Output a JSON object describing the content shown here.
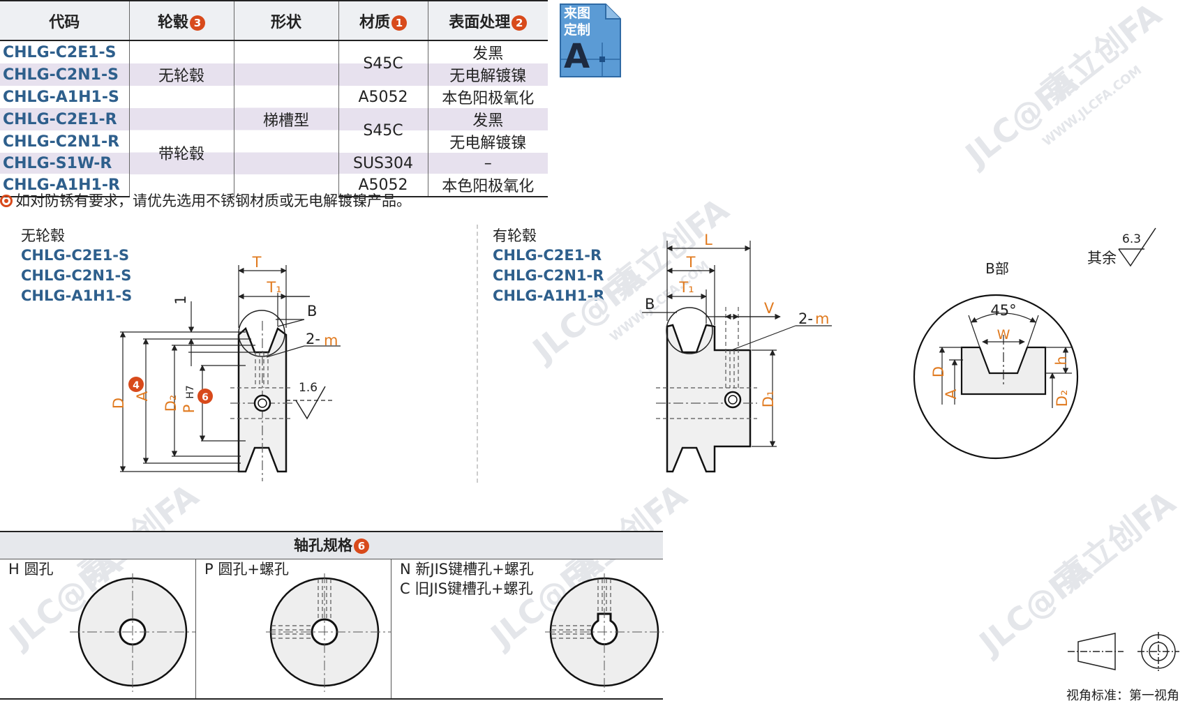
{
  "table": {
    "headers": [
      "代码",
      "轮毂",
      "形状",
      "材质",
      "表面处理"
    ],
    "header_badges": {
      "hub": "3",
      "material": "1",
      "surface": "2"
    },
    "codes": [
      "CHLG-C2E1-S",
      "CHLG-C2N1-S",
      "CHLG-A1H1-S",
      "CHLG-C2E1-R",
      "CHLG-C2N1-R",
      "CHLG-S1W-R",
      "CHLG-A1H1-R"
    ],
    "hub_values": [
      "无轮毂",
      "带轮毂"
    ],
    "shape_value": "梯槽型",
    "materials": [
      "S45C",
      "A5052",
      "S45C",
      "SUS304",
      "A5052"
    ],
    "surfaces": [
      "发黑",
      "无电解镀镍",
      "本色阳极氧化",
      "发黑",
      "无电解镀镍",
      "–",
      "本色阳极氧化"
    ]
  },
  "custom_badge": {
    "text": "来图定制",
    "letter": "A",
    "color": "#5b9bd5"
  },
  "note": "如对防锈有要求，请优先选用不锈钢材质或无电解镀镍产品。",
  "left_view": {
    "title": "无轮毂",
    "codes": [
      "CHLG-C2E1-S",
      "CHLG-C2N1-S",
      "CHLG-A1H1-S"
    ]
  },
  "right_view": {
    "title": "有轮毂",
    "codes": [
      "CHLG-C2E1-R",
      "CHLG-C2N1-R",
      "CHLG-A1H1-R"
    ]
  },
  "dims": {
    "T": "T",
    "T1": "T₁",
    "L": "L",
    "V": "V",
    "B": "B",
    "two_m_prefix": "2-",
    "two_m_suffix": "m",
    "one": "1",
    "D": "D",
    "A": "A",
    "D2": "D₂",
    "P": "P",
    "H7": "H7",
    "D1": "D₁",
    "W": "W",
    "h": "h",
    "roughness": "1.6",
    "badge4": "4",
    "badge6": "6"
  },
  "detail": {
    "title": "B部",
    "angle": "45°"
  },
  "other_roughness": {
    "label": "其余",
    "value": "6.3"
  },
  "shaft_table": {
    "title": "轴孔规格",
    "badge": "6",
    "cells": [
      {
        "lines": [
          "H 圆孔"
        ]
      },
      {
        "lines": [
          "P 圆孔+螺孔"
        ]
      },
      {
        "lines": [
          "N 新JIS键槽孔+螺孔",
          "C 旧JIS键槽孔+螺孔"
        ]
      }
    ]
  },
  "projection": "视角标准：第一视角",
  "watermark": {
    "brand": "JLC@FA",
    "cn": "嘉立创FA",
    "url": "WWW.JLCFA.COM"
  }
}
